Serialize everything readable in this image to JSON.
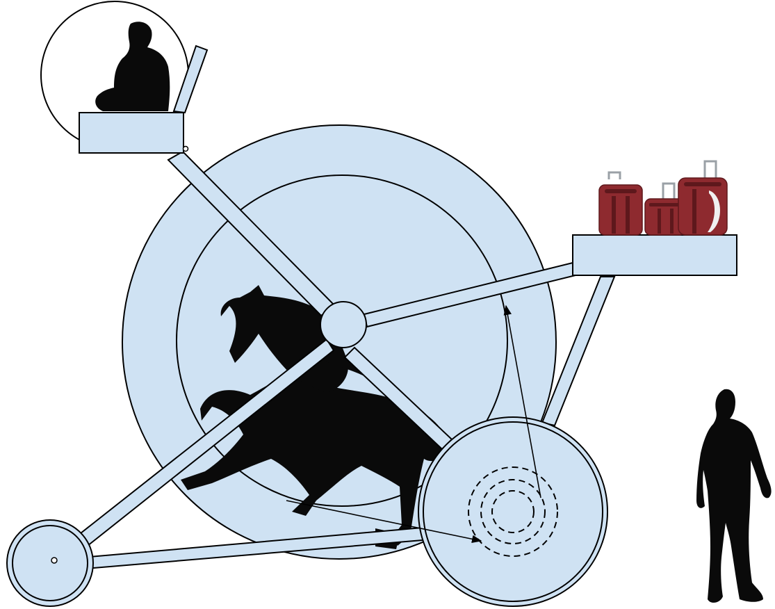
{
  "diagram": {
    "title": "",
    "caption": "",
    "colors": {
      "fill": "#cfe2f3",
      "stroke": "#000000",
      "silhouette": "#0a0a0a",
      "luggage": "#8e2a2f",
      "luggage_dark": "#5e181c",
      "luggage_handle": "#9aa0a6",
      "background": "#ffffff"
    },
    "components": [
      "main-wheel",
      "hub",
      "driver-platform",
      "cargo-platform",
      "drive-wheel",
      "front-wheel",
      "horse-silhouette",
      "seated-rider-silhouette",
      "standing-person-silhouette",
      "luggage-stack"
    ],
    "luggage_count": 3,
    "labels": []
  }
}
